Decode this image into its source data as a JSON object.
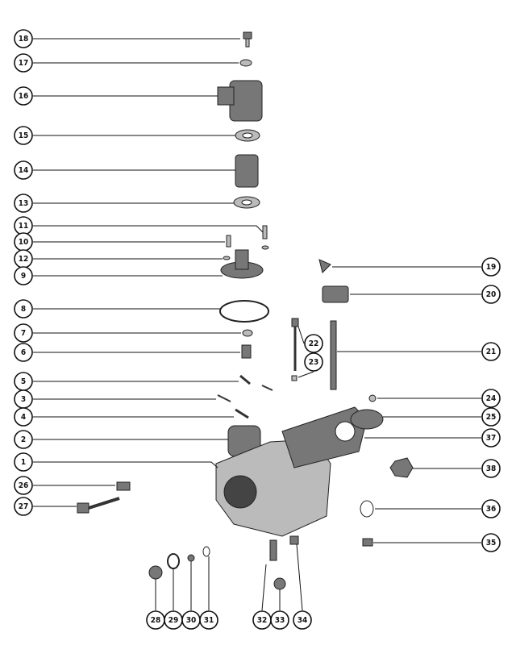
{
  "diagram": {
    "type": "exploded parts diagram",
    "callouts": [
      "18",
      "17",
      "16",
      "15",
      "14",
      "13",
      "11",
      "10",
      "12",
      "9",
      "8",
      "7",
      "6",
      "5",
      "3",
      "4",
      "2",
      "1",
      "26",
      "27",
      "19",
      "20",
      "21",
      "24",
      "25",
      "37",
      "38",
      "36",
      "35",
      "22",
      "23",
      "28",
      "29",
      "30",
      "31",
      "32",
      "33",
      "34"
    ]
  }
}
